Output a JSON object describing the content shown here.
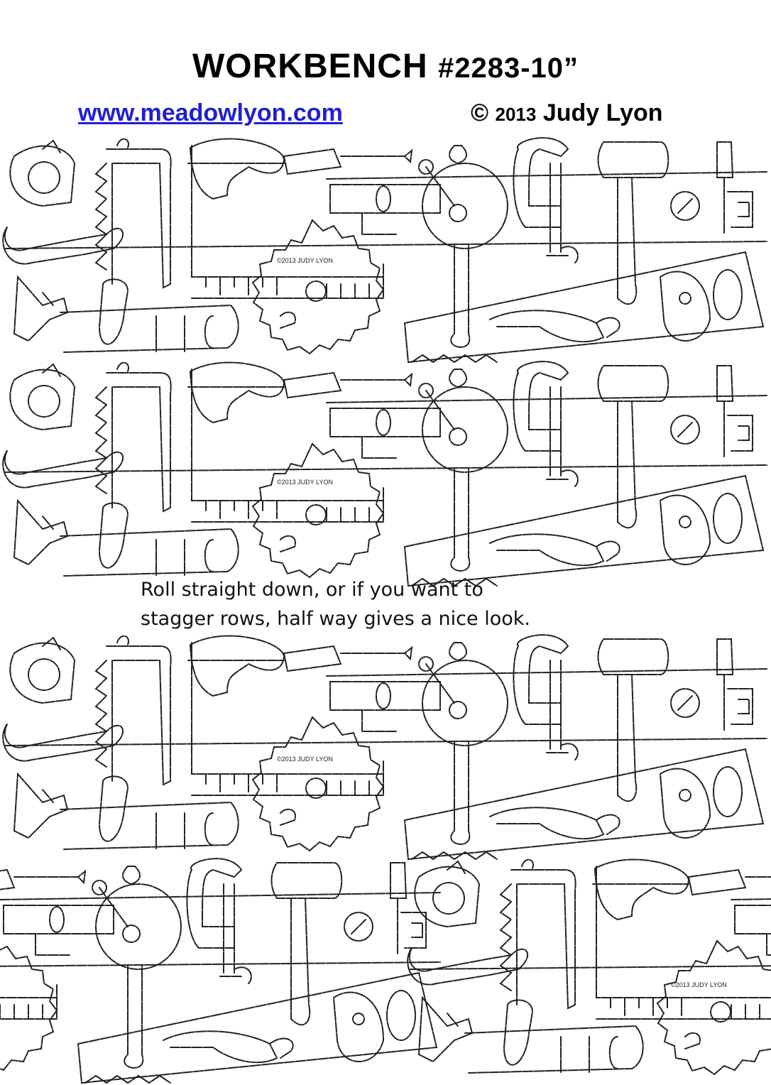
{
  "header": {
    "title_main": "WORKBENCH",
    "title_code": "#2283-10”",
    "website": "www.meadowlyon.com",
    "copyright_symbol": "©",
    "copyright_year": "2013",
    "author": "Judy Lyon"
  },
  "pattern": {
    "stamp_text": "©2013 JUDY LYON",
    "ink_color": "#222222"
  },
  "instructions": {
    "line1": "Roll straight down, or if you want to",
    "line2": "stagger rows, half way gives a nice look."
  }
}
